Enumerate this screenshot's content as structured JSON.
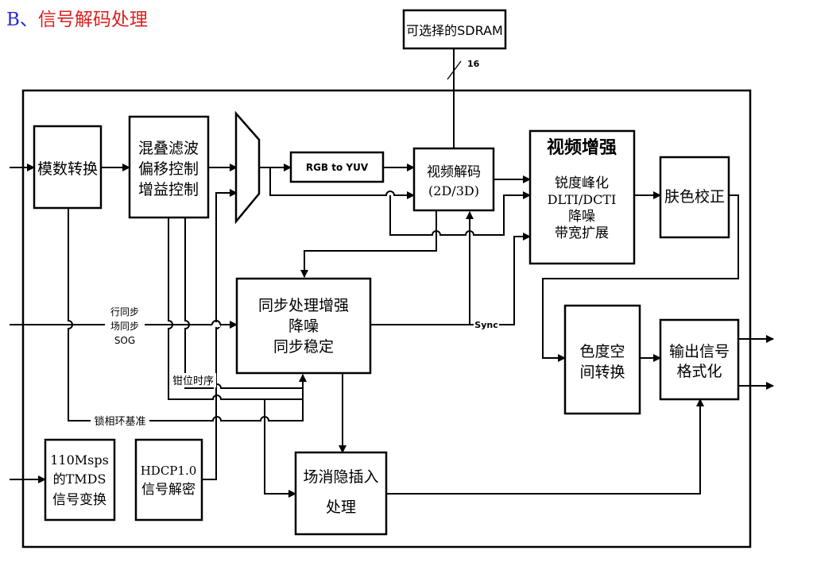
{
  "heading": {
    "prefix": "B、",
    "text": "信号解码处理",
    "prefix_color": "#2b2bc8",
    "text_color": "#e02020"
  },
  "sdram": {
    "label": "可选择的SDRAM",
    "bus_width": "16"
  },
  "blocks": {
    "adc": "模数转换",
    "filter": [
      "混叠滤波",
      "偏移控制",
      "增益控制"
    ],
    "rgb2yuv": "RGB to YUV",
    "decoder": [
      "视频解码",
      "(2D/3D)"
    ],
    "enhance": {
      "title": "视频增强",
      "lines": [
        "锐度峰化",
        "DLTI/DCTI",
        "降噪",
        "带宽扩展"
      ]
    },
    "skin": "肤色校正",
    "sync": [
      "同步处理增强",
      "降噪",
      "同步稳定"
    ],
    "csc": [
      "色度空",
      "间转换"
    ],
    "outfmt": [
      "输出信号",
      "格式化"
    ],
    "tmds": [
      "110Msps",
      "的TMDS",
      "信号变换"
    ],
    "hdcp": [
      "HDCP1.0",
      "信号解密"
    ],
    "vbi": [
      "场消隐插入",
      "处理"
    ]
  },
  "labels": {
    "sync_inputs": [
      "行同步",
      "场同步",
      "SOG"
    ],
    "sync_out": "Sync",
    "clamp": "钳位时序",
    "pll": "锁相环基准"
  }
}
